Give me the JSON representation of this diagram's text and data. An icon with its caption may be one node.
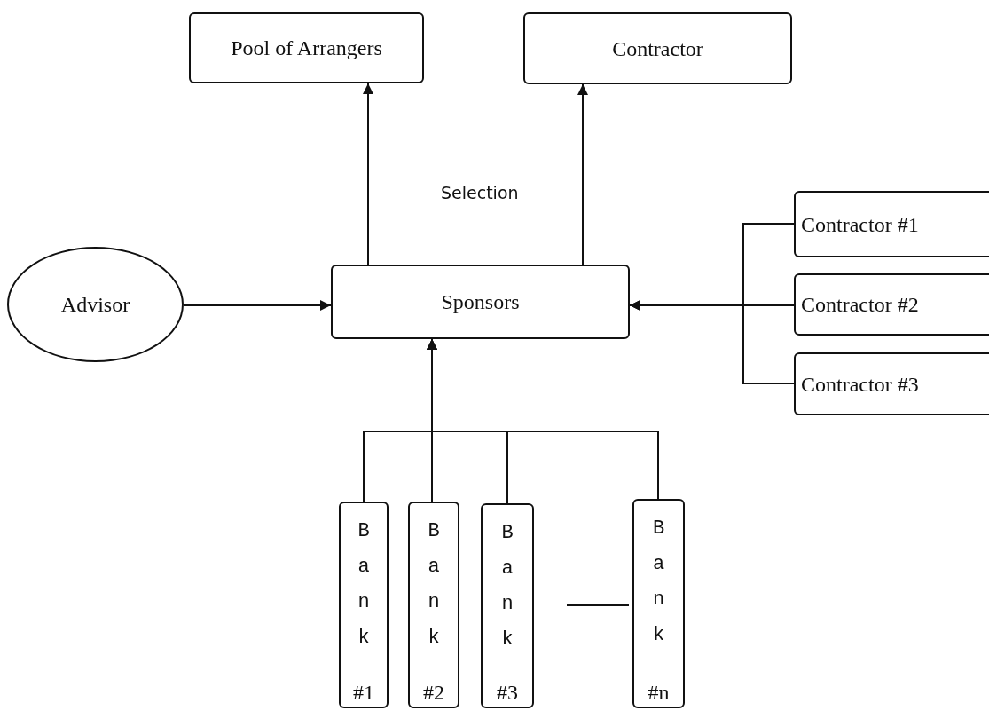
{
  "diagram": {
    "nodes": [
      {
        "text": [
          "Pool of Arrangers"
        ]
      },
      {
        "text": [
          "Contractor"
        ]
      },
      {
        "text": [
          "Advisor"
        ]
      },
      {
        "text": [
          "Sponsors"
        ]
      },
      {
        "text": [
          "Contractor #1"
        ]
      },
      {
        "text": [
          "Contractor #2"
        ]
      },
      {
        "text": [
          "Contractor #3"
        ]
      },
      {
        "text": [
          "Bank",
          "#1"
        ]
      },
      {
        "text": [
          "Bank",
          "#2"
        ]
      },
      {
        "text": [
          "Bank",
          "#3"
        ]
      },
      {
        "text": [
          "Bank",
          "#n"
        ]
      }
    ],
    "edges": [
      {
        "from": 2,
        "to": 3,
        "arrow": "to"
      },
      {
        "from": 3,
        "to": 0,
        "arrow": "to"
      },
      {
        "from": 3,
        "to": 1,
        "arrow": "to"
      },
      {
        "from": 4,
        "to": 3,
        "arrow": "to"
      },
      {
        "from": 5,
        "to": 3,
        "arrow": "to"
      },
      {
        "from": 6,
        "to": 3,
        "arrow": "to"
      },
      {
        "from": 7,
        "to": 3,
        "arrow": "to"
      },
      {
        "from": 8,
        "to": 3,
        "arrow": "to"
      },
      {
        "from": 9,
        "to": 3,
        "arrow": "to"
      },
      {
        "from": 10,
        "to": 3,
        "arrow": "to"
      }
    ],
    "labels": [
      "Selection"
    ]
  }
}
